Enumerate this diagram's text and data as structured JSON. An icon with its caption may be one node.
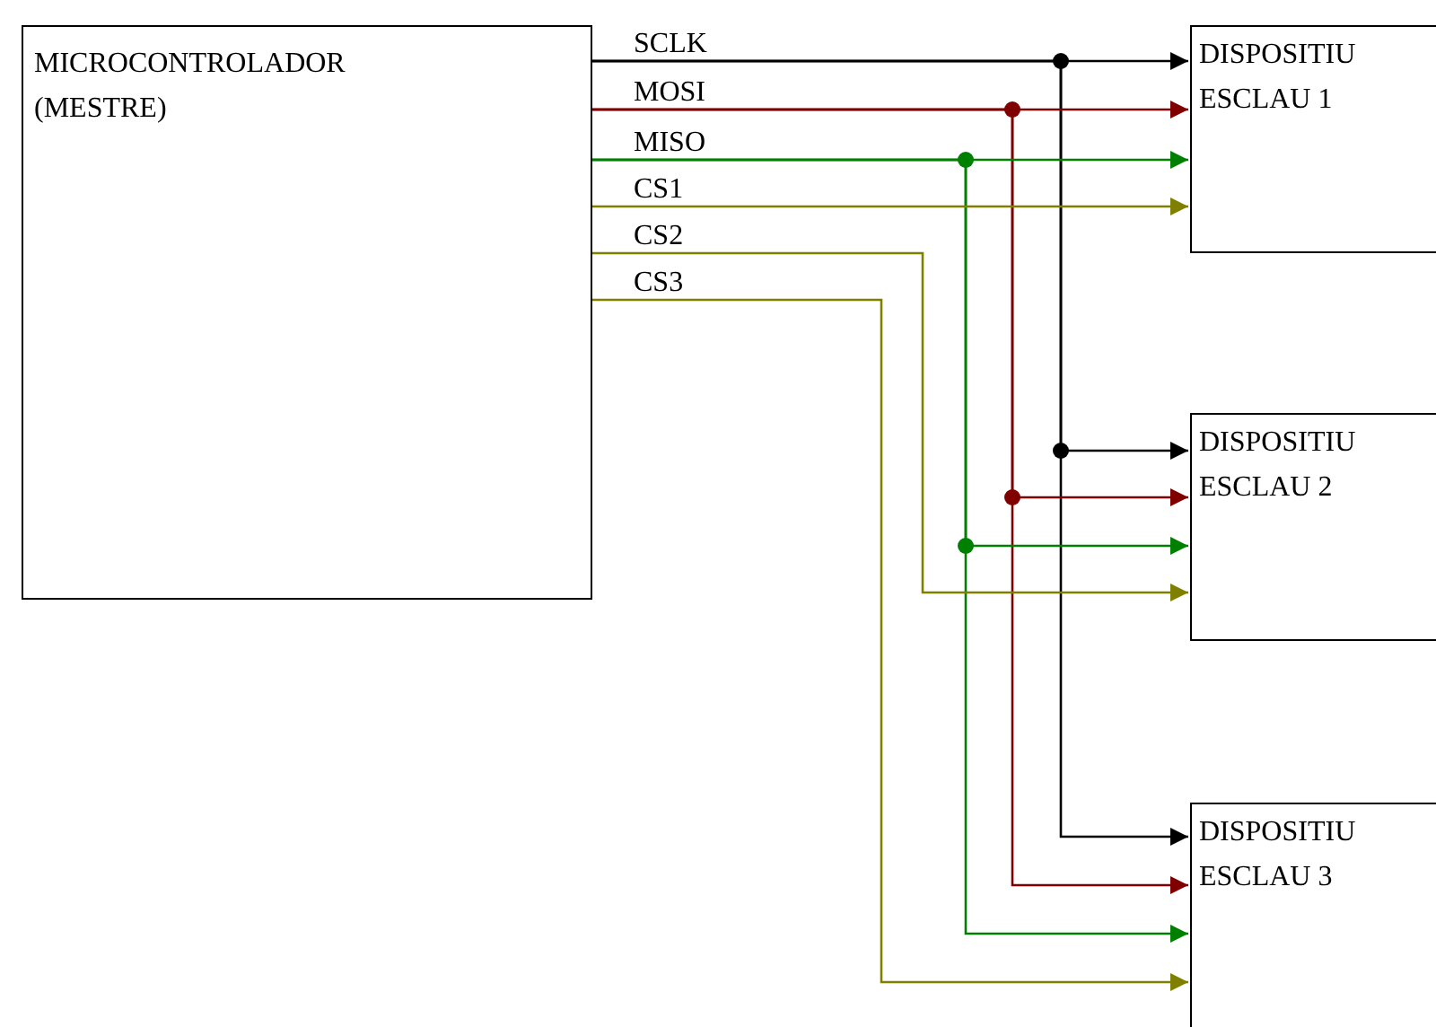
{
  "diagram": {
    "nodes": [
      {
        "text": [
          "MICROCONTROLADOR (MESTRE)"
        ]
      },
      {
        "text": [
          "DISPOSITIU ESCLAU 1"
        ]
      },
      {
        "text": [
          "DISPOSITIU ESCLAU 2"
        ]
      },
      {
        "text": [
          "DISPOSITIU ESCLAU 3"
        ]
      }
    ],
    "edges": [
      {
        "from": 0,
        "to": 1,
        "arrow": "to",
        "label": "SCLK"
      },
      {
        "from": 0,
        "to": 2,
        "arrow": "to"
      },
      {
        "from": 0,
        "to": 3,
        "arrow": "to"
      },
      {
        "from": 0,
        "to": 1,
        "arrow": "to",
        "label": "MOSI",
        "color": "#800000"
      },
      {
        "from": 0,
        "to": 2,
        "arrow": "to",
        "color": "#800000"
      },
      {
        "from": 0,
        "to": 3,
        "arrow": "to",
        "color": "#800000"
      },
      {
        "from": 0,
        "to": 1,
        "arrow": "to",
        "label": "MISO",
        "color": "#008000"
      },
      {
        "from": 0,
        "to": 2,
        "arrow": "to",
        "color": "#008000"
      },
      {
        "from": 0,
        "to": 3,
        "arrow": "to",
        "color": "#008000"
      },
      {
        "from": 0,
        "to": 1,
        "arrow": "to",
        "label": "CS1",
        "color": "#808000"
      },
      {
        "from": 0,
        "to": 2,
        "arrow": "to",
        "label": "CS2",
        "color": "#808000"
      },
      {
        "from": 0,
        "to": 3,
        "arrow": "to",
        "label": "CS3",
        "color": "#808000"
      }
    ]
  }
}
